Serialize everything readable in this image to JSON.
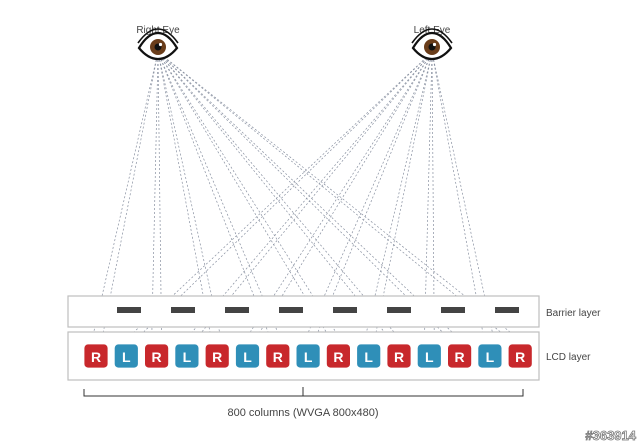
{
  "labels": {
    "right_eye": "Right Eye",
    "left_eye": "Left Eye",
    "barrier_layer": "Barrier layer",
    "lcd_layer": "LCD layer",
    "columns": "800 columns (WVGA 800x480)",
    "watermark": "#363914"
  },
  "pixels": [
    "R",
    "L",
    "R",
    "L",
    "R",
    "L",
    "R",
    "L",
    "R",
    "L",
    "R",
    "L",
    "R",
    "L",
    "R"
  ],
  "colors": {
    "R": "#c8282c",
    "L": "#2f8fb8",
    "barrier": "#444444",
    "ray": "#8890a0",
    "layer_border": "#bfbfbf",
    "watermark_fill": "#ffffff",
    "watermark_stroke": "#777777"
  },
  "icons": {
    "eye": "eye-icon"
  }
}
